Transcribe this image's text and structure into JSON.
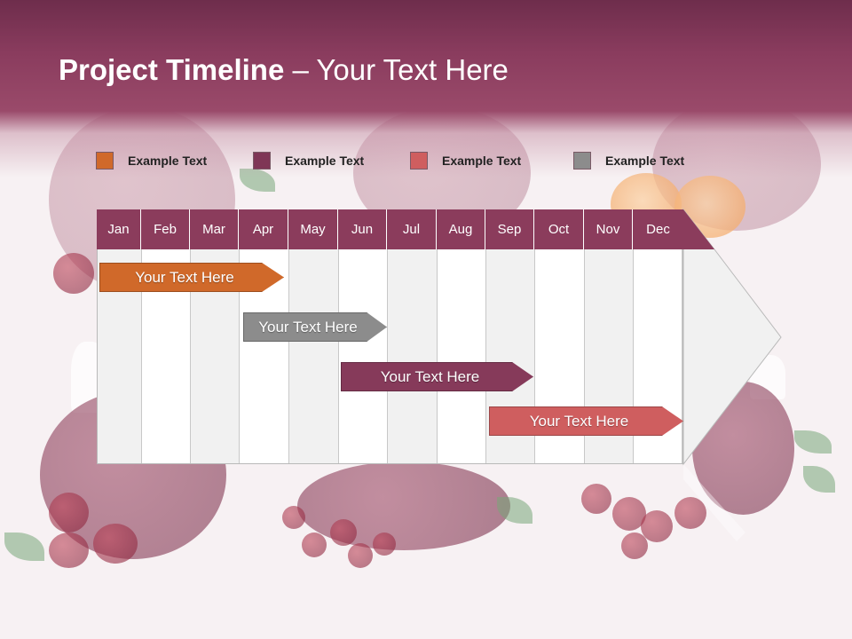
{
  "slide": {
    "title_bold": "Project Timeline",
    "title_rest": " – Your Text Here"
  },
  "legend": [
    {
      "label": "Example Text",
      "color": "#d0692a"
    },
    {
      "label": "Example Text",
      "color": "#7f3656"
    },
    {
      "label": "Example Text",
      "color": "#cf5e5f"
    },
    {
      "label": "Example Text",
      "color": "#8c8c8c"
    }
  ],
  "timeline": {
    "months": [
      "Jan",
      "Feb",
      "Mar",
      "Apr",
      "May",
      "Jun",
      "Jul",
      "Aug",
      "Sep",
      "Oct",
      "Nov",
      "Dec"
    ],
    "header_color": "#8b3c5c",
    "tasks": [
      {
        "label": "Your  Text Here",
        "color": "#d0692a"
      },
      {
        "label": "Your  Text Here",
        "color": "#8c8c8c"
      },
      {
        "label": "Your  Text Here",
        "color": "#863a5a"
      },
      {
        "label": "Your  Text Here",
        "color": "#cf5e5f"
      }
    ]
  }
}
